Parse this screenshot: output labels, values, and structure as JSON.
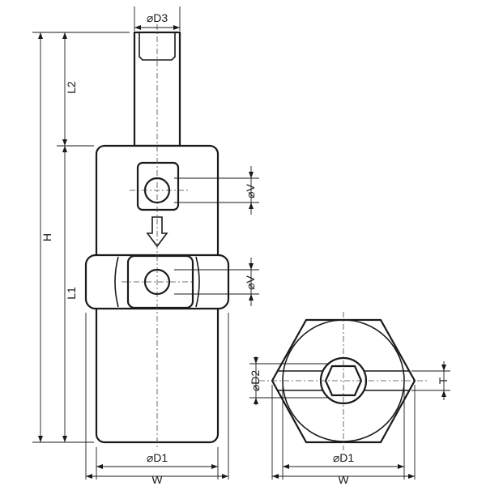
{
  "labels": {
    "d3": "⌀D3",
    "l2": "L2",
    "h": "H",
    "l1": "L1",
    "v_top": "⌀V",
    "v_mid": "⌀V",
    "d1_side": "⌀D1",
    "w_side": "W",
    "d2": "⌀D2",
    "t": "T",
    "d1_top": "⌀D1",
    "w_top": "W"
  }
}
